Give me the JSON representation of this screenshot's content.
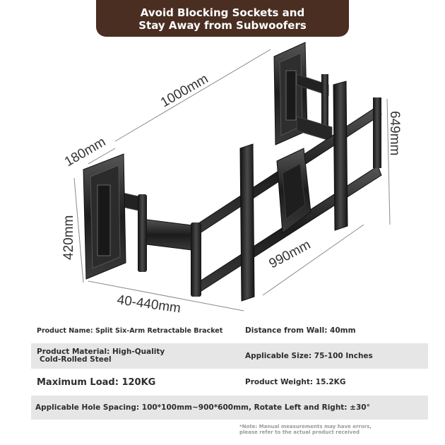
{
  "banner": {
    "line1": "Avoid Blocking Sockets and",
    "line2": "Stay Away from Subwoofers"
  },
  "dimensions": {
    "width_arm": "1000mm",
    "plate_depth": "180mm",
    "plate_height": "420mm",
    "extension": "40-440mm",
    "rail_width": "990mm",
    "rail_height": "649mm"
  },
  "specs": {
    "product_name": "Product Name: Split Six-Arm Retractable Bracket",
    "distance_from_wall": "Distance from Wall: 40mm",
    "material_line1": "Product Material: High-Quality",
    "material_line2": "Cold-Rolled Steel",
    "applicable_size": "Applicable Size: 75-100 Inches",
    "max_load": "Maximum Load: 120KG",
    "weight": "Product Weight: 15.2KG",
    "hole_spacing": "Applicable Hole Spacing: 100*100mm~900*600mm, Rotate Left and Right: ±30°"
  },
  "note": {
    "line1": "*Note: Manual measurements may have errors,",
    "line2": "please refer to the actual product received"
  },
  "colors": {
    "banner_bg": "#4a2e22",
    "row_shade": "#e6e6e6",
    "metal": "#2a2a2a"
  }
}
